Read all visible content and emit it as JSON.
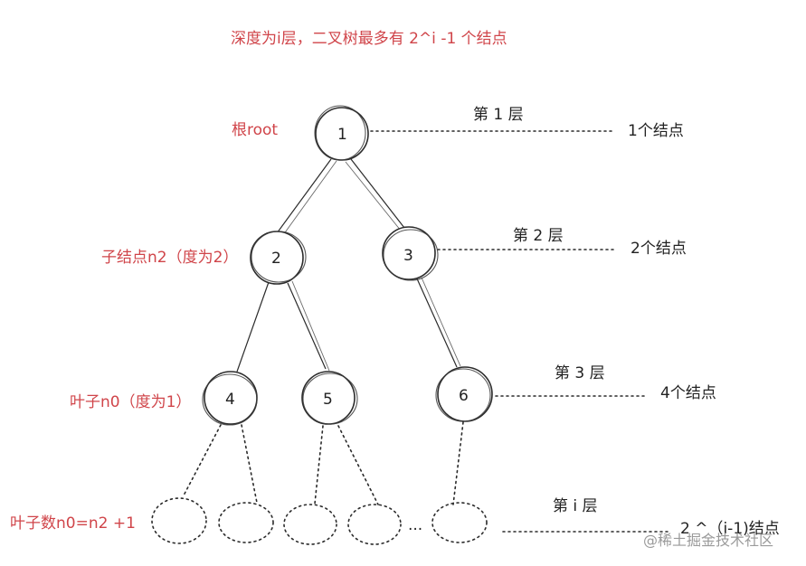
{
  "title": "深度为i层，二叉树最多有  2^i  -1  个结点",
  "nodes": [
    "1",
    "2",
    "3",
    "4",
    "5",
    "6"
  ],
  "annotations": {
    "root": "根root",
    "child_n2": "子结点n2（度为2）",
    "leaf_n0": "叶子n0（度为1）",
    "leaf_count": "叶子数n0=n2  +1"
  },
  "levels": [
    {
      "label": "第 1 层",
      "count": "1个结点"
    },
    {
      "label": "第  2  层",
      "count": "2个结点"
    },
    {
      "label": "第  3  层",
      "count": "4个结点"
    },
    {
      "label": "第 i 层",
      "count": "2 ^（i-1)结点"
    }
  ],
  "ellipsis": "...",
  "watermark": "@稀土掘金技术社区",
  "colors": {
    "annotation": "#d0454a",
    "ink": "#222222"
  }
}
